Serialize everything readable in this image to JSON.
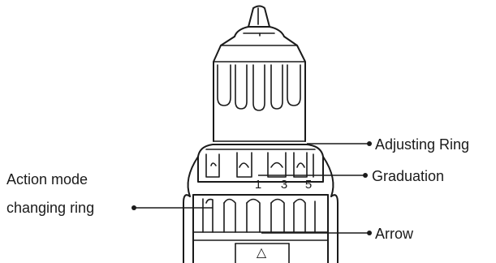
{
  "figure": {
    "callouts": {
      "adjusting_ring": "Adjusting Ring",
      "graduation": "Graduation",
      "action_mode_line1": "Action mode",
      "action_mode_line2": "changing ring",
      "arrow": "Arrow"
    },
    "scale_marks": [
      "1",
      "3",
      "5"
    ],
    "arrow_symbol": "△",
    "ink_color": "#1a1a1a",
    "background_color": "#ffffff"
  }
}
